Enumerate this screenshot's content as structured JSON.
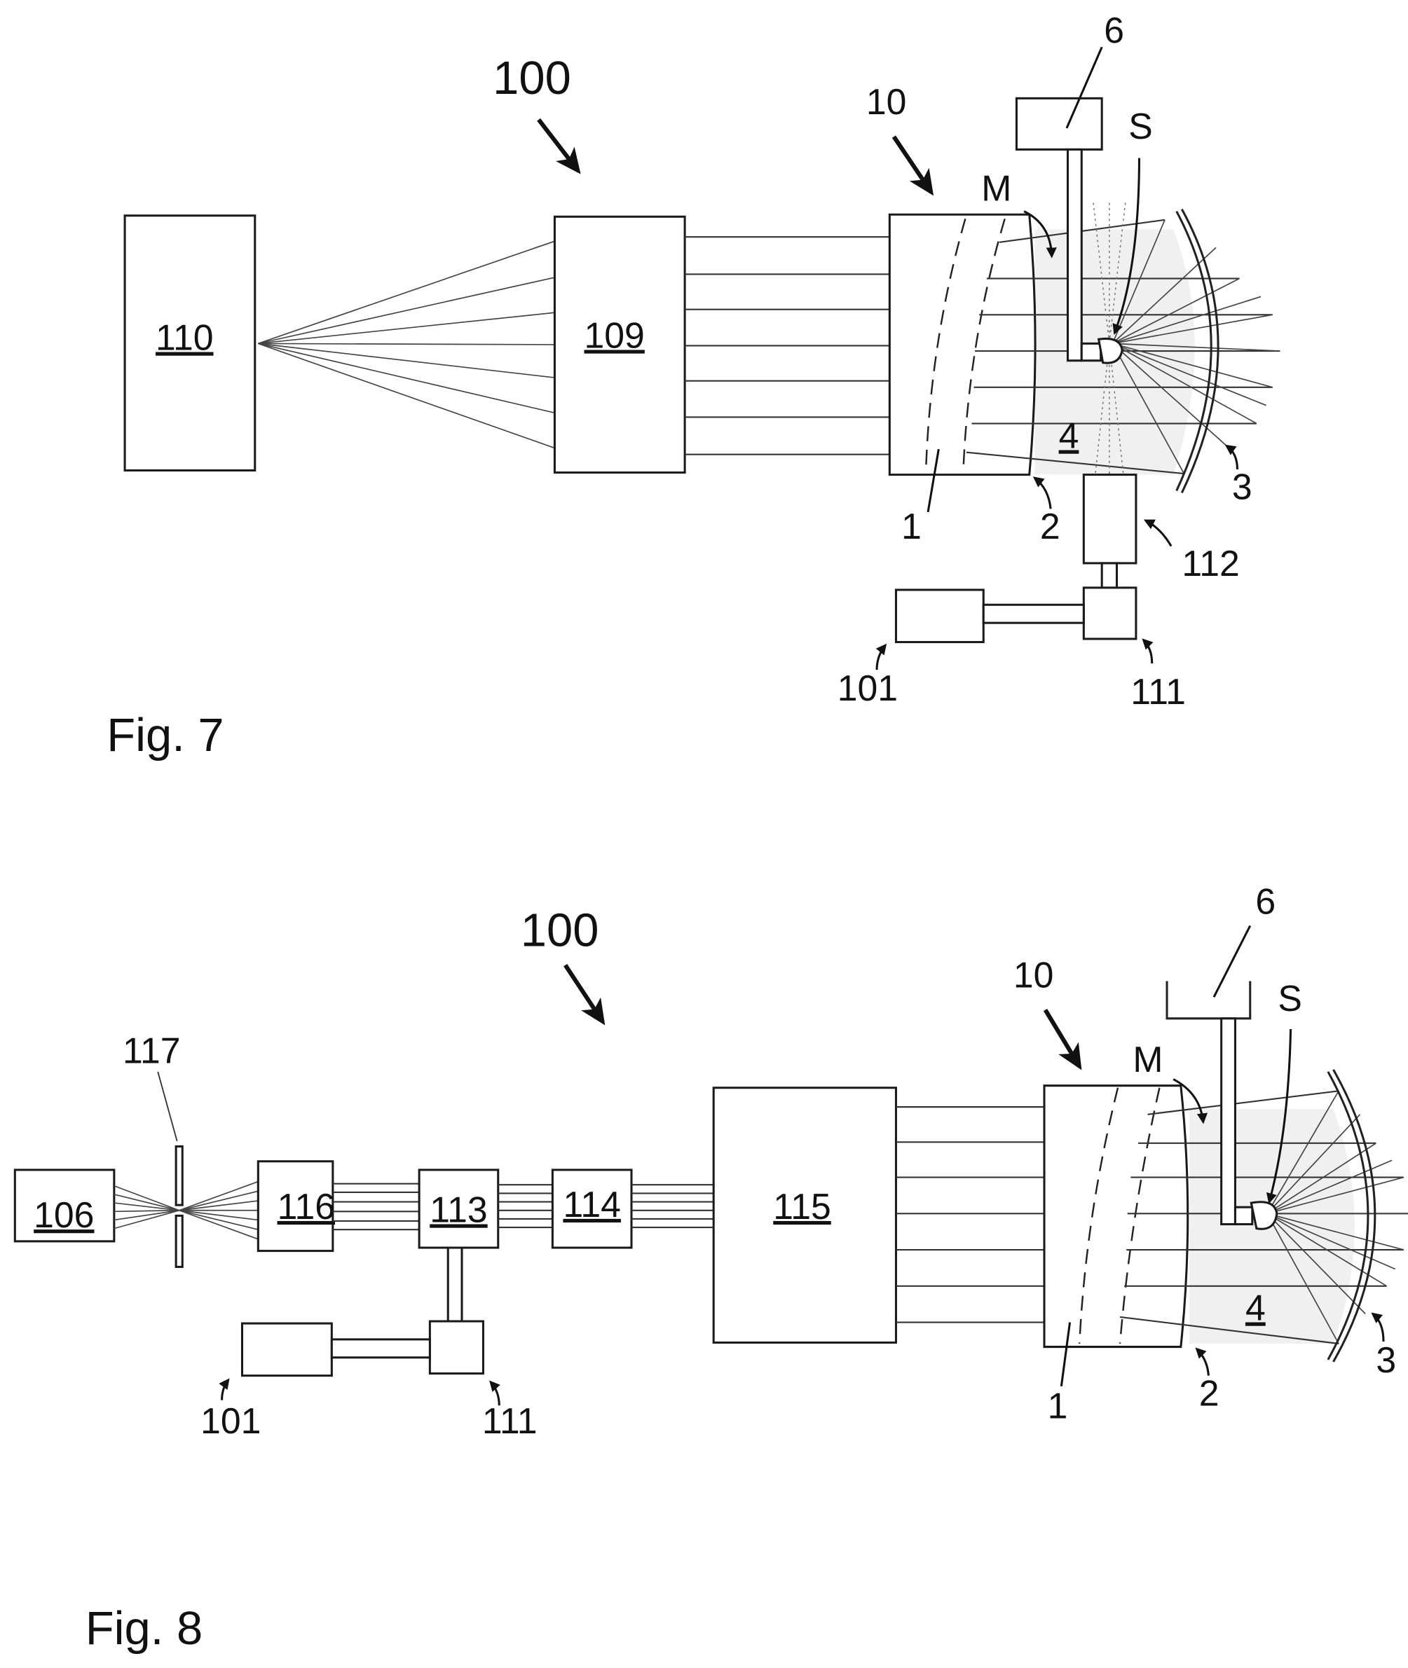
{
  "figures": [
    {
      "caption": "Fig. 7",
      "system_ref": "100",
      "device_ref": "10",
      "components": {
        "light_source": "110",
        "optics": "109",
        "block_1": "1",
        "surface_2": "2",
        "mirror_3": "3",
        "region_4": "4",
        "holder_6": "6",
        "sample_S": "S",
        "marker_M": "M",
        "detector": "112",
        "unit_111": "111",
        "controller": "101"
      }
    },
    {
      "caption": "Fig. 8",
      "system_ref": "100",
      "device_ref": "10",
      "components": {
        "source": "106",
        "aperture": "117",
        "lens_116": "116",
        "splitter_113": "113",
        "unit_114": "114",
        "unit_115": "115",
        "block_1": "1",
        "surface_2": "2",
        "mirror_3": "3",
        "region_4": "4",
        "holder_6": "6",
        "sample_S": "S",
        "marker_M": "M",
        "unit_111": "111",
        "controller": "101"
      }
    }
  ]
}
